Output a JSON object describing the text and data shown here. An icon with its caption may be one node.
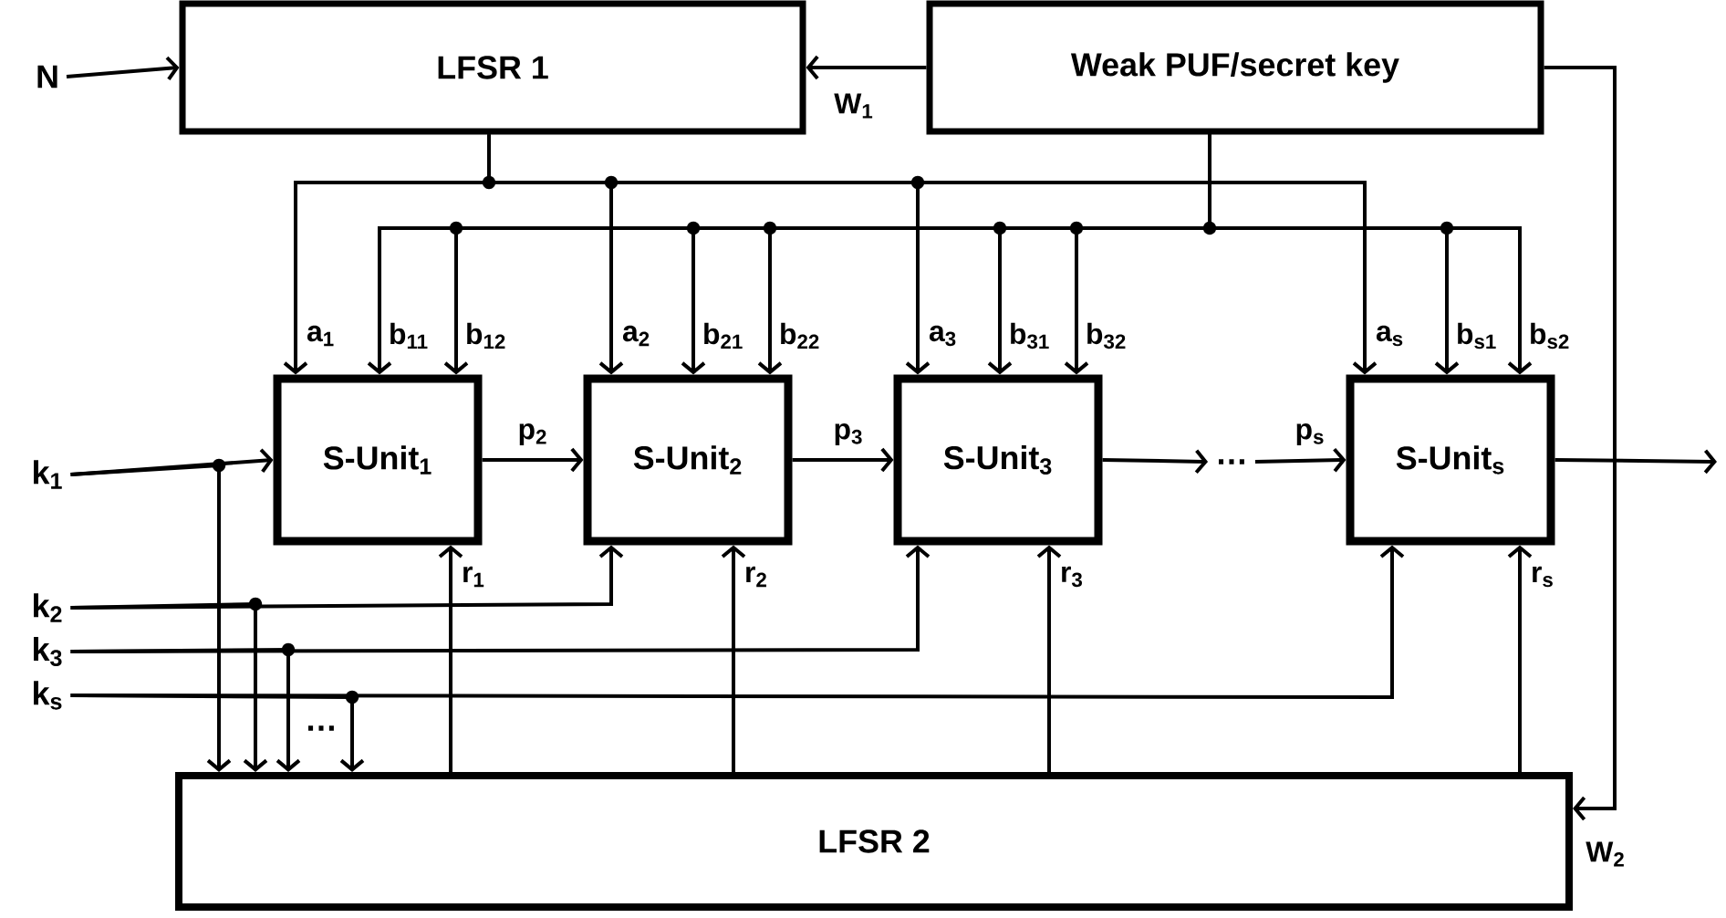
{
  "diagram": {
    "nodes": [
      {
        "text": [
          "LFSR 1"
        ]
      },
      {
        "text": [
          "Weak PUF/secret key"
        ]
      },
      {
        "text": [
          "S-Unit$_{1}$"
        ]
      },
      {
        "text": [
          "S-Unit$_{2}$"
        ]
      },
      {
        "text": [
          "S-Unit$_{3}$"
        ]
      },
      {
        "text": [
          "…"
        ]
      },
      {
        "text": [
          "S-Unit$_{s}$"
        ]
      },
      {
        "text": [
          "LFSR 2"
        ]
      },
      {
        "text": [
          "N"
        ]
      },
      {
        "text": [
          "k$_{1}$"
        ]
      },
      {
        "text": [
          "k$_{2}$"
        ]
      },
      {
        "text": [
          "k$_{3}$"
        ]
      },
      {
        "text": [
          "k$_{s}$"
        ]
      }
    ],
    "edges": [
      {
        "from": 8,
        "to": 0,
        "arrow": "to"
      },
      {
        "from": 1,
        "to": 0,
        "arrow": "to",
        "label": "W$_{1}$"
      },
      {
        "from": 1,
        "to": 7,
        "arrow": "to",
        "label": "W$_{2}$"
      },
      {
        "from": 0,
        "to": 2,
        "arrow": "to",
        "label": "a$_{1}$"
      },
      {
        "from": 0,
        "to": 3,
        "arrow": "to",
        "label": "a$_{2}$"
      },
      {
        "from": 0,
        "to": 4,
        "arrow": "to",
        "label": "a$_{3}$"
      },
      {
        "from": 0,
        "to": 6,
        "arrow": "to",
        "label": "a$_{s}$"
      },
      {
        "from": 1,
        "to": 2,
        "arrow": "to",
        "label": "b$_{11}$"
      },
      {
        "from": 1,
        "to": 2,
        "arrow": "to",
        "label": "b$_{12}$"
      },
      {
        "from": 1,
        "to": 3,
        "arrow": "to",
        "label": "b$_{21}$"
      },
      {
        "from": 1,
        "to": 3,
        "arrow": "to",
        "label": "b$_{22}$"
      },
      {
        "from": 1,
        "to": 4,
        "arrow": "to",
        "label": "b$_{31}$"
      },
      {
        "from": 1,
        "to": 4,
        "arrow": "to",
        "label": "b$_{32}$"
      },
      {
        "from": 1,
        "to": 6,
        "arrow": "to",
        "label": "b$_{s1}$"
      },
      {
        "from": 1,
        "to": 6,
        "arrow": "to",
        "label": "b$_{s2}$"
      },
      {
        "from": 2,
        "to": 3,
        "arrow": "to",
        "label": "p$_{2}$"
      },
      {
        "from": 3,
        "to": 4,
        "arrow": "to",
        "label": "p$_{3}$"
      },
      {
        "from": 4,
        "to": 5,
        "arrow": "to"
      },
      {
        "from": 5,
        "to": 6,
        "arrow": "to",
        "label": "p$_{s}$"
      },
      {
        "from": 6,
        "to": null,
        "arrow": "to"
      },
      {
        "from": 9,
        "to": 2,
        "arrow": "to"
      },
      {
        "from": 9,
        "to": 7,
        "arrow": "to"
      },
      {
        "from": 10,
        "to": 3,
        "arrow": "to"
      },
      {
        "from": 10,
        "to": 7,
        "arrow": "to"
      },
      {
        "from": 11,
        "to": 4,
        "arrow": "to"
      },
      {
        "from": 11,
        "to": 7,
        "arrow": "to"
      },
      {
        "from": 12,
        "to": 6,
        "arrow": "to"
      },
      {
        "from": 12,
        "to": 7,
        "arrow": "to"
      },
      {
        "from": 7,
        "to": 2,
        "arrow": "to",
        "label": "r$_{1}$"
      },
      {
        "from": 7,
        "to": 3,
        "arrow": "to",
        "label": "r$_{2}$"
      },
      {
        "from": 7,
        "to": 4,
        "arrow": "to",
        "label": "r$_{3}$"
      },
      {
        "from": 7,
        "to": 6,
        "arrow": "to",
        "label": "r$_{s}$"
      }
    ],
    "labels": [
      "…"
    ]
  }
}
